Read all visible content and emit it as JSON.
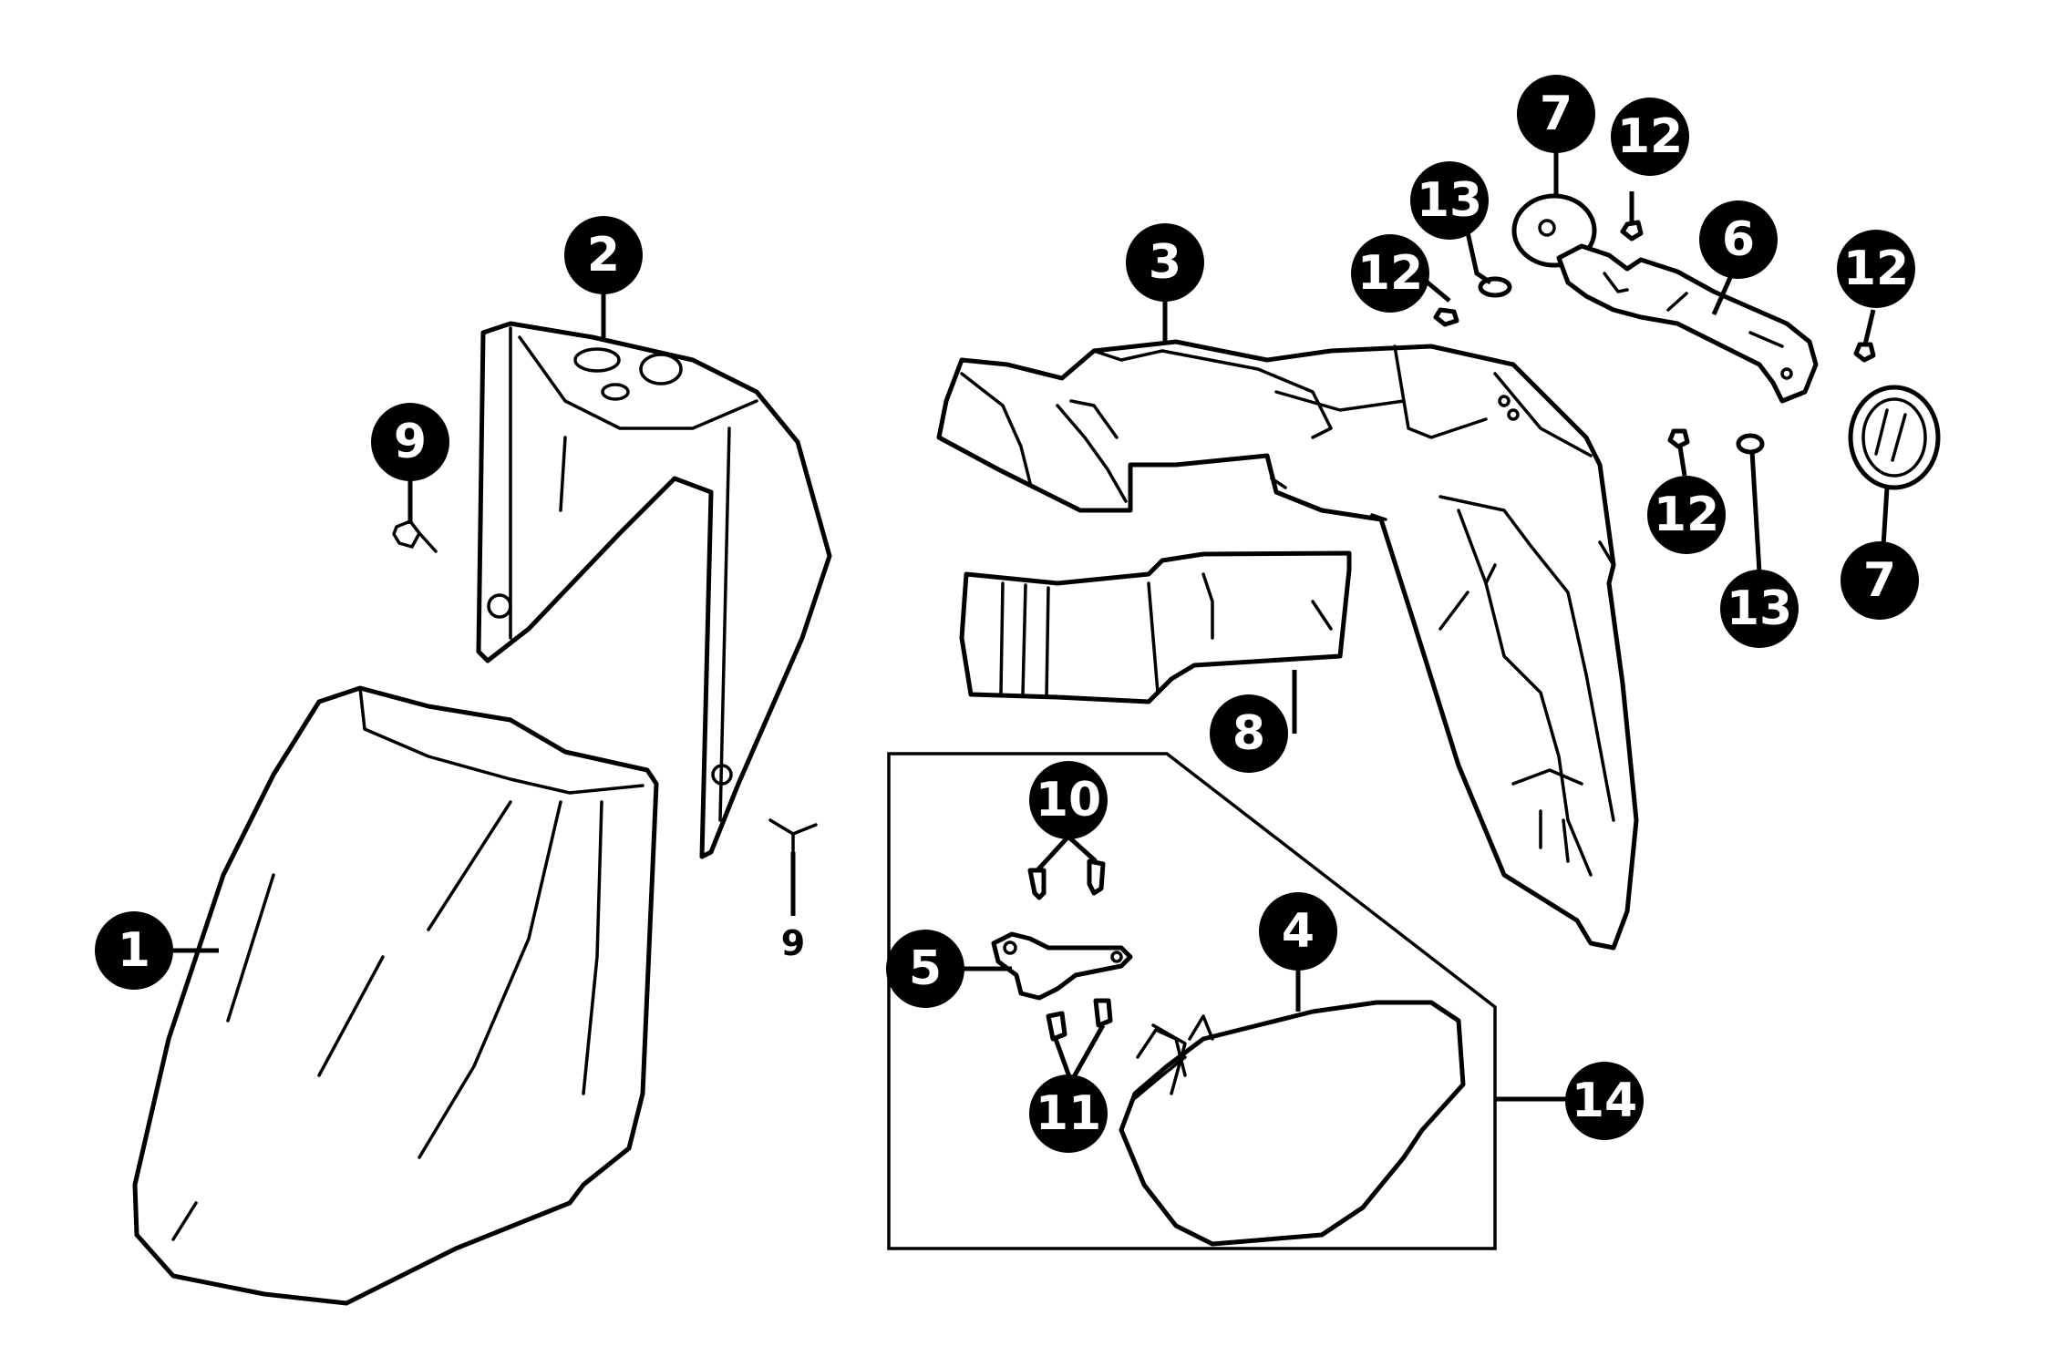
{
  "diagram": {
    "callouts": [
      {
        "id": "c1",
        "label": "1"
      },
      {
        "id": "c2",
        "label": "2"
      },
      {
        "id": "c3",
        "label": "3"
      },
      {
        "id": "c4",
        "label": "4"
      },
      {
        "id": "c5",
        "label": "5"
      },
      {
        "id": "c6",
        "label": "6"
      },
      {
        "id": "c7a",
        "label": "7"
      },
      {
        "id": "c7b",
        "label": "7"
      },
      {
        "id": "c8",
        "label": "8"
      },
      {
        "id": "c9a",
        "label": "9"
      },
      {
        "id": "c9b",
        "label": "9"
      },
      {
        "id": "c10",
        "label": "10"
      },
      {
        "id": "c11",
        "label": "11"
      },
      {
        "id": "c12a",
        "label": "12"
      },
      {
        "id": "c12b",
        "label": "12"
      },
      {
        "id": "c12c",
        "label": "12"
      },
      {
        "id": "c12d",
        "label": "12"
      },
      {
        "id": "c13a",
        "label": "13"
      },
      {
        "id": "c13b",
        "label": "13"
      },
      {
        "id": "c14",
        "label": "14"
      }
    ]
  }
}
